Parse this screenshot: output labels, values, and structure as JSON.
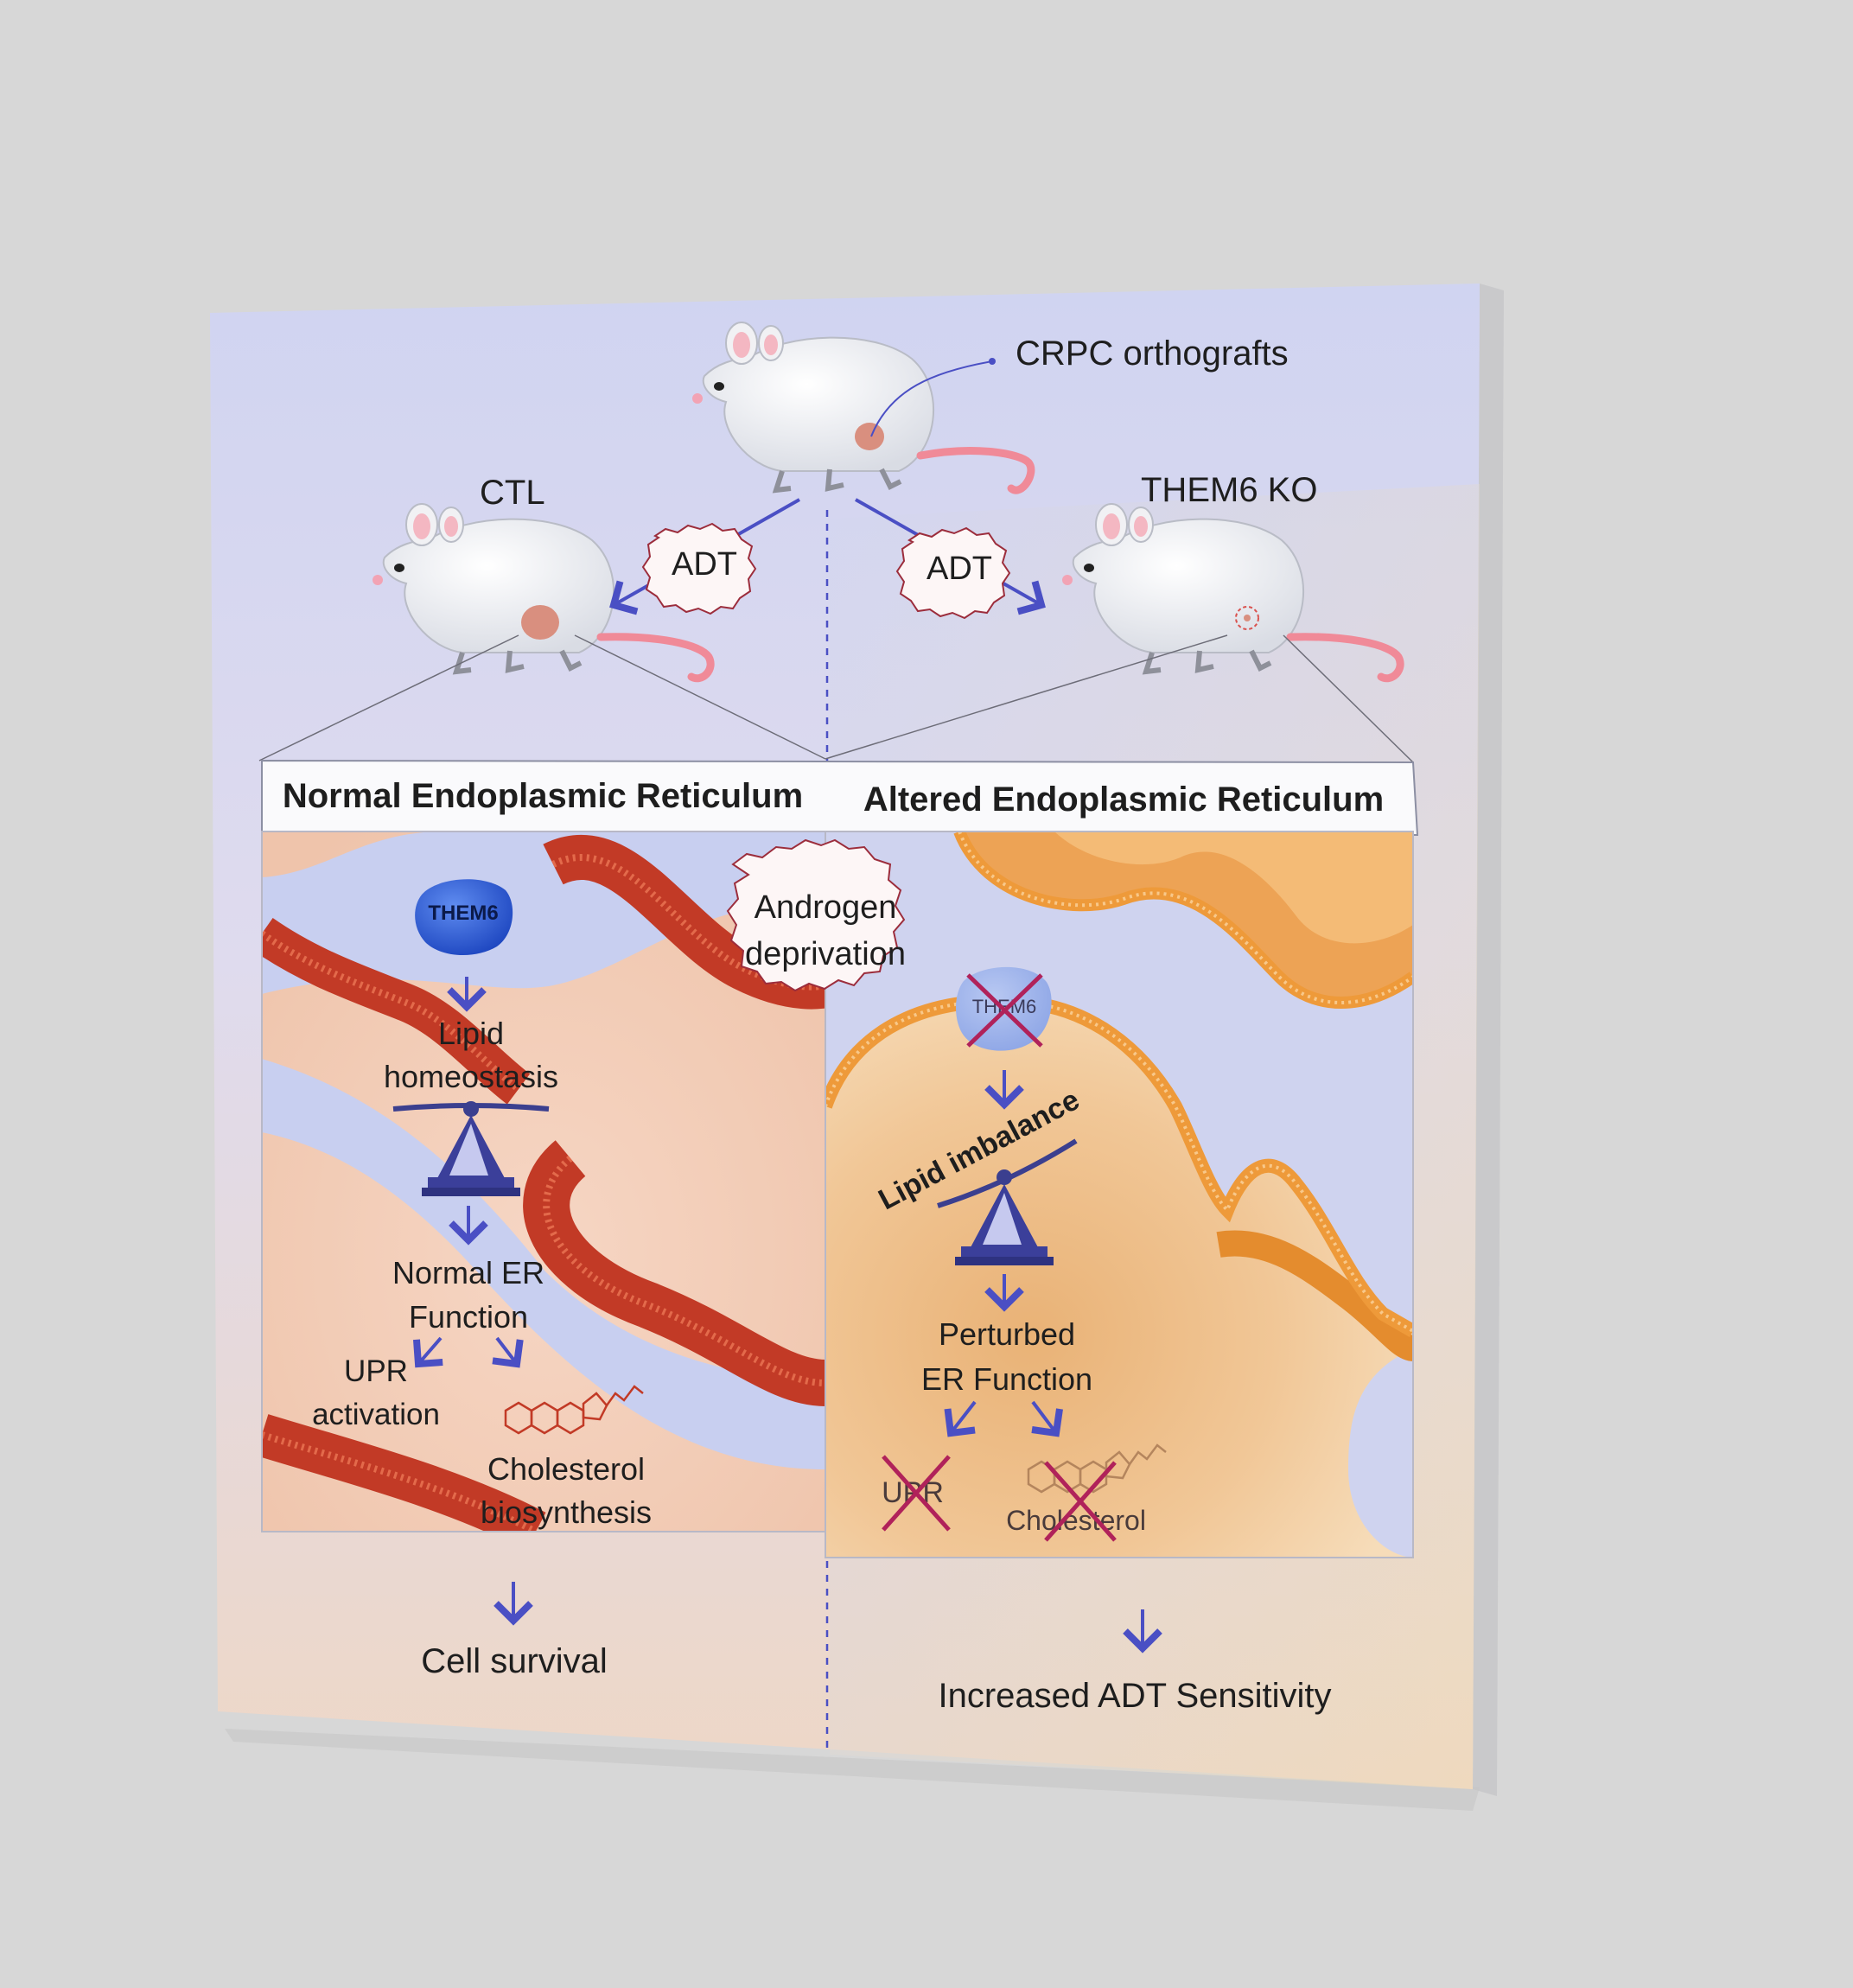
{
  "top": {
    "orthograft_label": "CRPC orthografts",
    "ctl_label": "CTL",
    "ko_label": "THEM6 KO",
    "adt_left": "ADT",
    "adt_right": "ADT"
  },
  "left_panel": {
    "title": "Normal Endoplasmic Reticulum",
    "protein": "THEM6",
    "step1_line1": "Lipid",
    "step1_line2": "homeostasis",
    "step2_line1": "Normal ER",
    "step2_line2": "Function",
    "branch_a_line1": "UPR",
    "branch_a_line2": "activation",
    "branch_b_line1": "Cholesterol",
    "branch_b_line2": "biosynthesis",
    "outcome": "Cell survival"
  },
  "center": {
    "stress_line1": "Androgen",
    "stress_line2": "deprivation"
  },
  "right_panel": {
    "title": "Altered Endoplasmic Reticulum",
    "protein": "THEM6",
    "step1": "Lipid imbalance",
    "step2_line1": "Perturbed",
    "step2_line2": "ER Function",
    "branch_a": "UPR",
    "branch_b": "Cholesterol",
    "outcome": "Increased ADT Sensitivity"
  },
  "colors": {
    "arrow": "#4a4fc4",
    "er_red": "#c23a26",
    "er_orange": "#ee9a3a",
    "cross": "#b0225a",
    "protein_blue": "#2f62d6"
  }
}
